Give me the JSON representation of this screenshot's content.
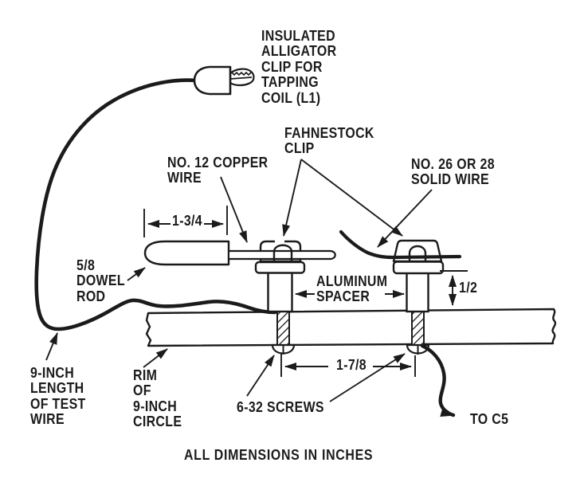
{
  "diagram": {
    "labels": {
      "alligator_clip": [
        "INSULATED",
        "ALLIGATOR",
        "CLIP FOR",
        "TAPPING",
        "COIL (L1)"
      ],
      "copper_wire": [
        "NO. 12 COPPER",
        "WIRE"
      ],
      "fahnestock_clip": [
        "FAHNESTOCK",
        "CLIP"
      ],
      "solid_wire": [
        "NO. 26 OR 28",
        "SOLID WIRE"
      ],
      "dowel_rod": [
        "5/8",
        "DOWEL",
        "ROD"
      ],
      "aluminum_spacer": [
        "ALUMINUM",
        "SPACER"
      ],
      "test_wire": [
        "9-INCH",
        "LENGTH",
        "OF TEST",
        "WIRE"
      ],
      "rim": [
        "RIM",
        "OF",
        "9-INCH",
        "CIRCLE"
      ],
      "screws": "6-32 SCREWS",
      "to_c5": "TO C5"
    },
    "dimensions": {
      "dowel_length": "1-3/4",
      "spacer_height": "1/2",
      "screw_spacing": "1-7/8"
    },
    "note": "ALL DIMENSIONS IN INCHES",
    "colors": {
      "ink": "#1b1b1b",
      "background": "#ffffff"
    }
  }
}
